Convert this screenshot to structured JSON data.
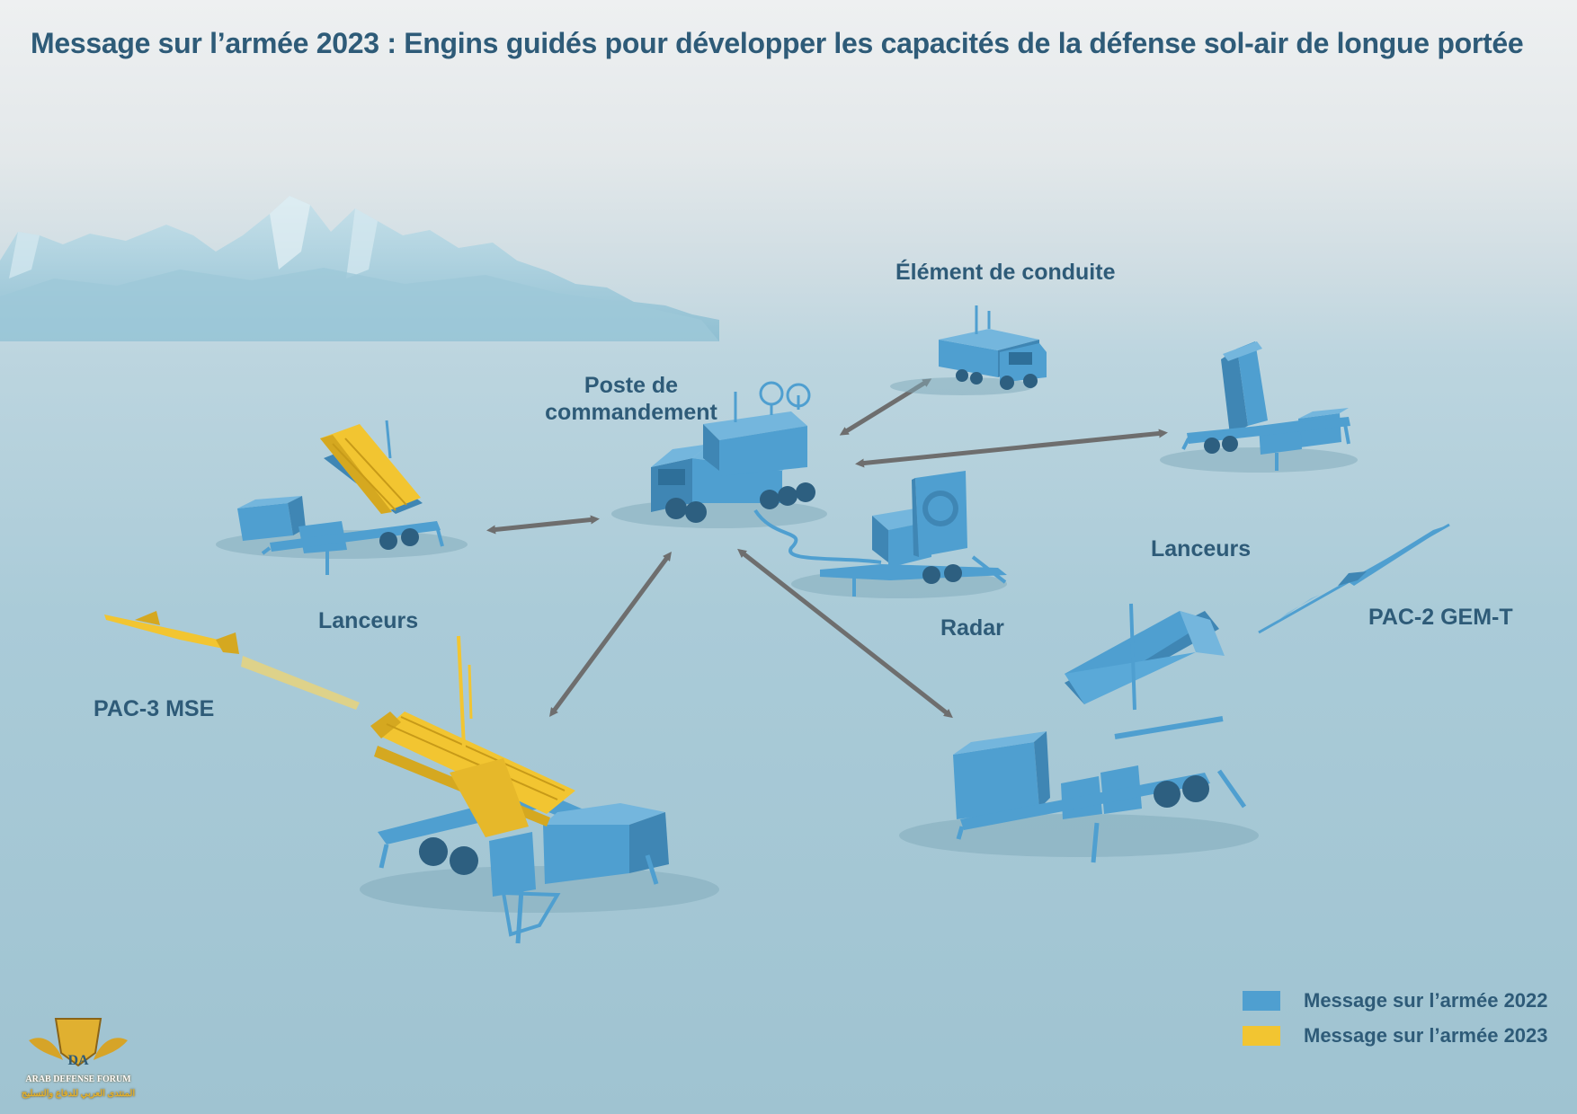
{
  "title": "Message sur l’armée 2023 : Engins guidés pour développer les capacités de la défense sol-air de longue portée",
  "labels": {
    "element_conduite": "Élément de conduite",
    "poste_line1": "Poste de",
    "poste_line2": "commandement",
    "lanceurs_left": "Lanceurs",
    "lanceurs_right": "Lanceurs",
    "radar": "Radar",
    "pac3": "PAC-3 MSE",
    "pac2": "PAC-2 GEM-T"
  },
  "legend": [
    {
      "label": "Message sur l’armée 2022",
      "color": "#4f9fd0"
    },
    {
      "label": "Message sur l’armée 2023",
      "color": "#f2c531"
    }
  ],
  "logo": {
    "initials": "DA",
    "name": "ARAB DEFENSE FORUM",
    "arabic": "المنتدى العربي للدفاع والتسليح"
  },
  "colors": {
    "equipment_blue": "#4f9fd0",
    "equipment_yellow": "#f2c531",
    "arrow": "#6e6e6e",
    "text": "#2e5b78"
  },
  "icons": [
    "mountains",
    "command-post-truck",
    "fire-control-truck",
    "launcher",
    "radar",
    "missile",
    "double-arrow"
  ]
}
